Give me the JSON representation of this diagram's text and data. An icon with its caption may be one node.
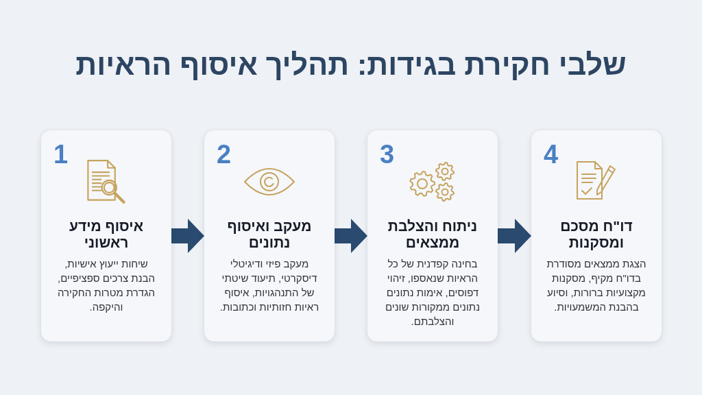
{
  "diagram": {
    "title": "שלבי חקירת בגידות: תהליך איסוף הראיות",
    "nodes": [
      {
        "text": [
          "1",
          "איסוף מידע ראשוני",
          "שיחות ייעוץ אישיות, הבנת צרכים ספציפיים, הגדרת מטרות החקירה והיקפה."
        ]
      },
      {
        "text": [
          "2",
          "מעקב ואיסוף נתונים",
          "מעקב פיזי ודיגיטלי דיסקרטי, תיעוד שיטתי של התנהגויות, איסוף ראיות חזותיות וכתובות."
        ]
      },
      {
        "text": [
          "3",
          "ניתוח והצלבת ממצאים",
          "בחינה קפדנית של כל הראיות שנאספו, זיהוי דפוסים, אימות נתונים נתונים ממקורות שונים והצלבתם."
        ]
      },
      {
        "text": [
          "4",
          "דו\"ח מסכם ומסקנות",
          "הצגת ממצאים מסודרת בדו\"ח מקיף, מסקנות מקצועיות ברורות, וסיוע בהבנת המשמעויות."
        ]
      }
    ],
    "edges": [
      {
        "from": 0,
        "to": 1,
        "arrow": "to"
      },
      {
        "from": 1,
        "to": 2,
        "arrow": "to"
      },
      {
        "from": 2,
        "to": 3,
        "arrow": "to"
      }
    ]
  }
}
